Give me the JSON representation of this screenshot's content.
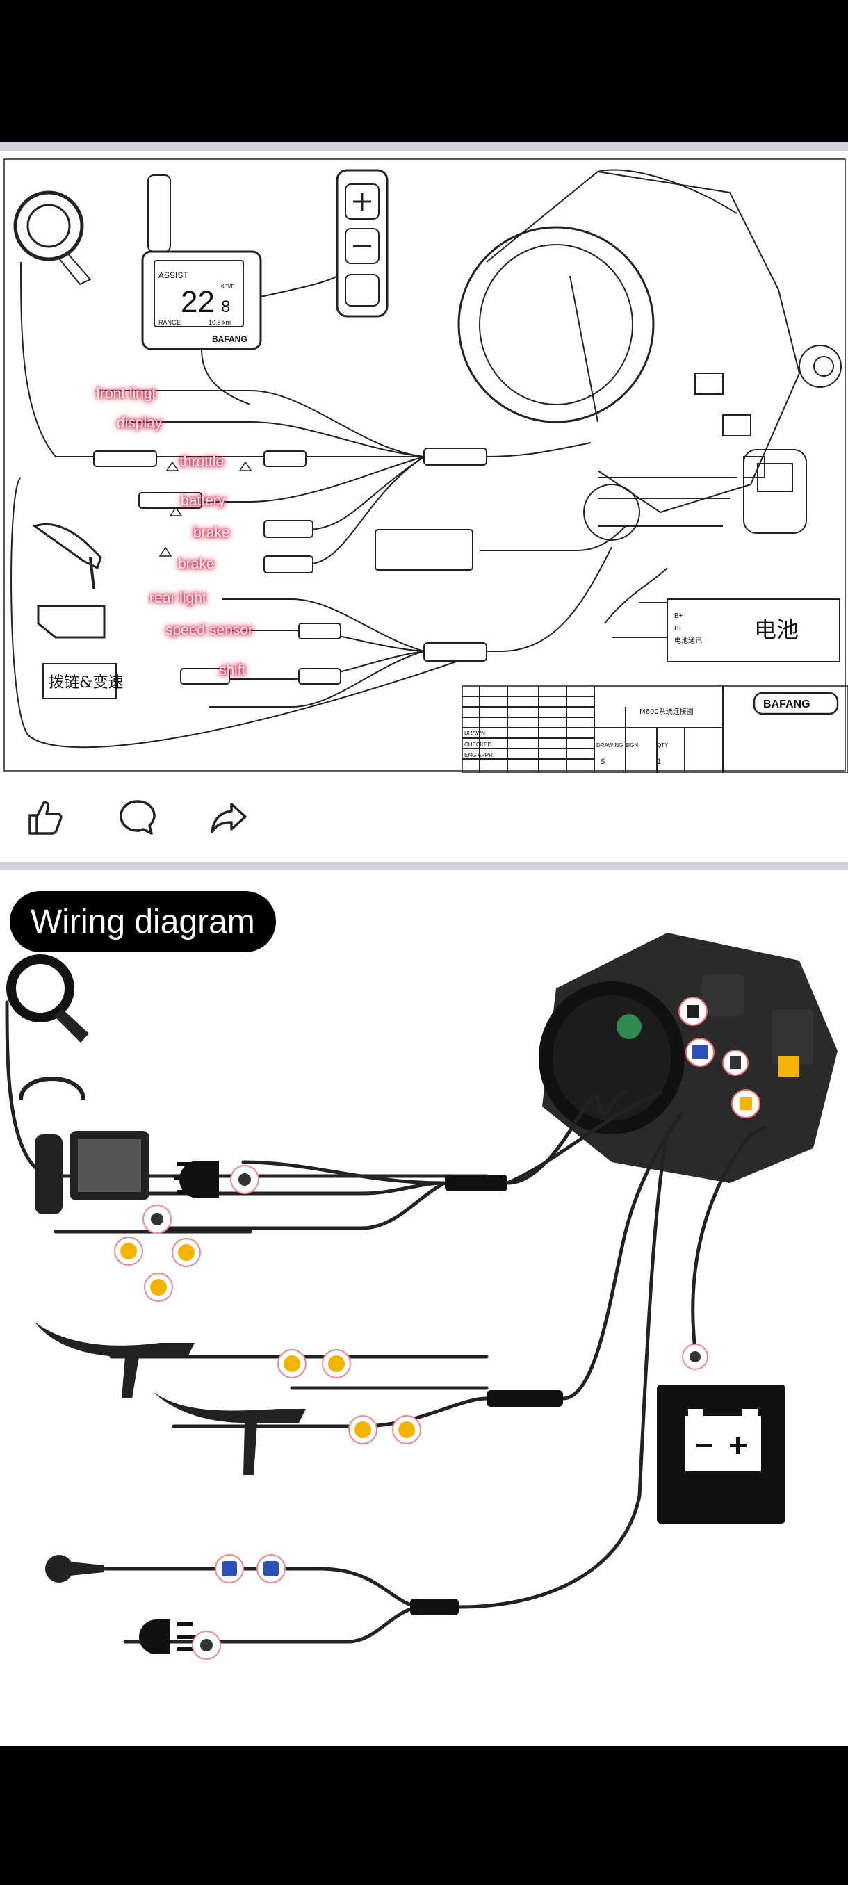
{
  "post1": {
    "labels": {
      "front_light": "front lingt",
      "display": "display",
      "throttle": "throttle",
      "battery": "battery",
      "brake1": "brake",
      "brake2": "brake",
      "rear_light": "rear light",
      "speed_sensor": "speed sensor",
      "shift": "shift"
    },
    "display_screen": {
      "assist": "ASSIST",
      "speed_big": "22",
      "speed_small": "8",
      "unit": "km/h",
      "range": "RANGE",
      "range_value": "10.8 km",
      "brand": "BAFANG"
    },
    "box_shift_text": "拨链&变速",
    "battery_box_text": "电池",
    "battery_box_small": [
      "B+",
      "B-",
      "电池通讯"
    ],
    "title_block": {
      "brand": "BAFANG",
      "drawing_title": "M600系统连接图",
      "rows": [
        "DRAWN",
        "CHECKED",
        "ENG APPR."
      ],
      "drawing_sign": "DRAWING SIGN",
      "qty": "QTY",
      "qty_value": "1",
      "sign_value": "S"
    }
  },
  "actions": {
    "like": "thumbs-up-icon",
    "comment": "comment-icon",
    "share": "share-icon"
  },
  "post2": {
    "title": "Wiring diagram"
  },
  "colors": {
    "separator": "#cfd3d8",
    "label_glow": "#e0123a",
    "connector_yellow": "#f2b400",
    "connector_blue": "#2c4fb8"
  }
}
